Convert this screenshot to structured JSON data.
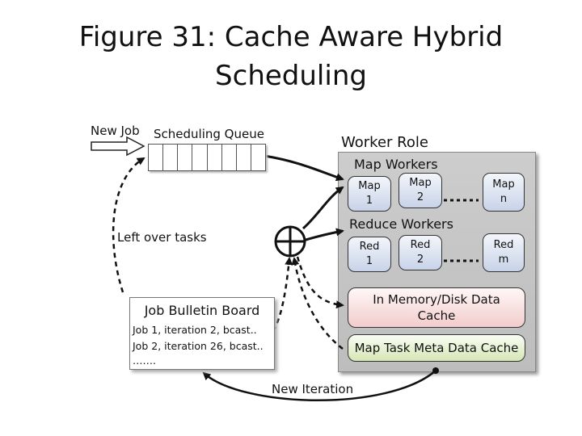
{
  "title": [
    "Figure 31: Cache Aware Hybrid",
    "Scheduling"
  ],
  "new_job": "New Job",
  "scheduling_queue": "Scheduling Queue",
  "left_over_tasks": "Left over tasks",
  "worker_role": "Worker Role",
  "map_workers": "Map Workers",
  "map_boxes": [
    {
      "line1": "Map",
      "line2": "1"
    },
    {
      "line1": "Map",
      "line2": "2"
    },
    {
      "line1": "Map",
      "line2": "n"
    }
  ],
  "reduce_workers": "Reduce Workers",
  "reduce_boxes": [
    {
      "line1": "Red",
      "line2": "1"
    },
    {
      "line1": "Red",
      "line2": "2"
    },
    {
      "line1": "Red",
      "line2": "m"
    }
  ],
  "memory_cache": [
    "In Memory/Disk Data",
    "Cache"
  ],
  "meta_cache": "Map Task Meta Data Cache",
  "bulletin": {
    "title": "Job Bulletin Board",
    "rows": [
      "Job 1, iteration 2, bcast..",
      "Job 2, iteration 26, bcast..",
      "……."
    ]
  },
  "new_iteration": "New Iteration",
  "colors": {
    "map_fill": "#c8d3e8",
    "cache_fill": "#f2cccc",
    "meta_fill": "#d6e6b5",
    "worker_fill": "#c6c6c6"
  }
}
